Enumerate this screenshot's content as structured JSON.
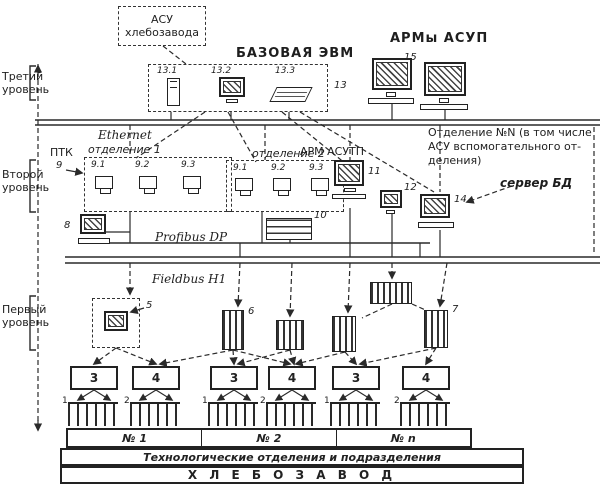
{
  "colors": {
    "ink": "#222222",
    "background": "#ffffff"
  },
  "levels": {
    "third": [
      "Третий",
      "уровень"
    ],
    "second": [
      "Второй",
      "уровень"
    ],
    "first": [
      "Первый",
      "уровень"
    ]
  },
  "top": {
    "asu_box": [
      "АСУ",
      "хлебозавода"
    ],
    "base_label": "БАЗОВАЯ ЭВМ",
    "arms_label": "АРМы АСУП",
    "base_nodes": [
      "13.1",
      "13.2",
      "13.3"
    ],
    "base_ref": "13",
    "arms_ref": "15"
  },
  "buses": {
    "ethernet": "Ethernet",
    "profibus": "Profibus DP",
    "fieldbus": "Fieldbus H1"
  },
  "right_note": {
    "lines": [
      "Отделение №N (в том числе",
      "АСУ вспомогательного от-",
      "деления)"
    ],
    "server": "сервер БД"
  },
  "level2": {
    "ptk": "ПТК",
    "ptk_ref": "9",
    "dept1": {
      "label": "отделение 1",
      "nodes": [
        "9.1",
        "9.2",
        "9.3"
      ]
    },
    "dept2": {
      "label": "отделение 2",
      "nodes": [
        "9.1",
        "9.2",
        "9.3"
      ]
    },
    "arm_label": "АРМ АСУТП",
    "refs": {
      "n8": "8",
      "n10": "10",
      "n11": "11",
      "n12": "12",
      "n14": "14"
    }
  },
  "level1": {
    "refs": {
      "n5": "5",
      "n6": "6",
      "n7": "7"
    },
    "boxes": [
      "3",
      "4",
      "3",
      "4",
      "3",
      "4"
    ],
    "sensor_refs": [
      "1",
      "2",
      "1",
      "2",
      "1",
      "2"
    ]
  },
  "bottom": {
    "sections": [
      "№ 1",
      "№ 2",
      "№ n"
    ],
    "tech": "Технологические отделения и подразделения",
    "factory": "Х Л Е Б О З А В О Д"
  }
}
